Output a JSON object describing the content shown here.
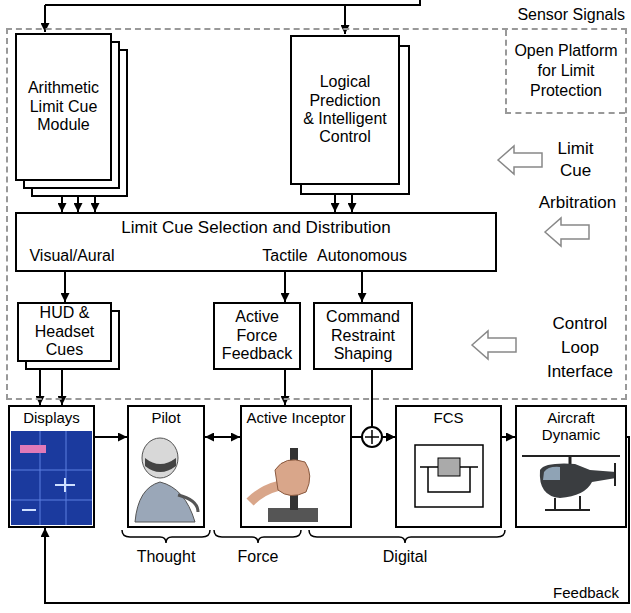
{
  "diagram": {
    "nodes": [
      {
        "text": [
          "Open Platform for Limit Protection"
        ]
      },
      {
        "text": [
          "Arithmetic Limit Cue Module"
        ],
        "in": 0
      },
      {
        "text": [
          "Logical Prediction & Intelligent Control"
        ],
        "in": 0
      },
      {
        "text": [
          "Limit Cue Selection and Distribution",
          "Visual/Aural",
          "Tactile",
          "Autonomous"
        ],
        "in": 0
      },
      {
        "text": [
          "HUD & Headset Cues"
        ],
        "in": 0
      },
      {
        "text": [
          "Active Force Feedback"
        ],
        "in": 0
      },
      {
        "text": [
          "Command Restraint Shaping"
        ],
        "in": 0
      },
      {
        "text": [
          "Displays"
        ]
      },
      {
        "text": [
          "Pilot"
        ]
      },
      {
        "text": [
          "Active Inceptor"
        ]
      },
      {
        "text": [
          "FCS"
        ]
      },
      {
        "text": [
          "Aircraft Dynamic"
        ]
      }
    ],
    "edges": [
      {
        "from": 1,
        "to": 3,
        "arrow": "to"
      },
      {
        "from": 1,
        "to": 3,
        "arrow": "to"
      },
      {
        "from": 1,
        "to": 3,
        "arrow": "to"
      },
      {
        "from": 2,
        "to": 3,
        "arrow": "to"
      },
      {
        "from": 2,
        "to": 3,
        "arrow": "to"
      },
      {
        "from": 3,
        "to": 4,
        "arrow": "to"
      },
      {
        "from": 3,
        "to": 5,
        "arrow": "to"
      },
      {
        "from": 3,
        "to": 6,
        "arrow": "to"
      },
      {
        "from": 4,
        "to": 7,
        "arrow": "to"
      },
      {
        "from": 4,
        "to": 7,
        "arrow": "to"
      },
      {
        "from": 5,
        "to": 9,
        "arrow": "to"
      },
      {
        "from": 6,
        "to": 10,
        "arrow": "to"
      },
      {
        "from": 7,
        "to": 8,
        "arrow": "to"
      },
      {
        "from": 8,
        "to": 9,
        "arrow": "both"
      },
      {
        "from": 9,
        "to": 10,
        "arrow": "to"
      },
      {
        "from": 10,
        "to": 11,
        "arrow": "to"
      },
      {
        "from": 11,
        "to": 7,
        "arrow": "to",
        "label": "Feedback"
      }
    ],
    "labels": [
      "Sensor Signals",
      "Limit Cue",
      "Arbitration",
      "Control Loop Interface",
      "Thought",
      "Force",
      "Digital"
    ]
  }
}
